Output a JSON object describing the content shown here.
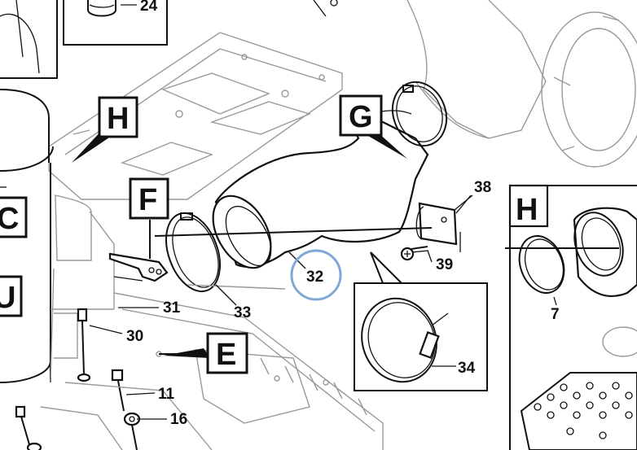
{
  "diagram": {
    "detail_letters": {
      "top_h": "H",
      "g": "G",
      "f": "F",
      "e": "E",
      "c": "C",
      "u": "U",
      "inset_h": "H"
    },
    "part_numbers": {
      "p24": "24",
      "p38": "38",
      "p39": "39",
      "p32": "32",
      "p31": "31",
      "p33": "33",
      "p30": "30",
      "p34": "34",
      "p11": "11",
      "p16": "16",
      "p7": "7"
    },
    "highlight_color": "#7fa8d6"
  }
}
